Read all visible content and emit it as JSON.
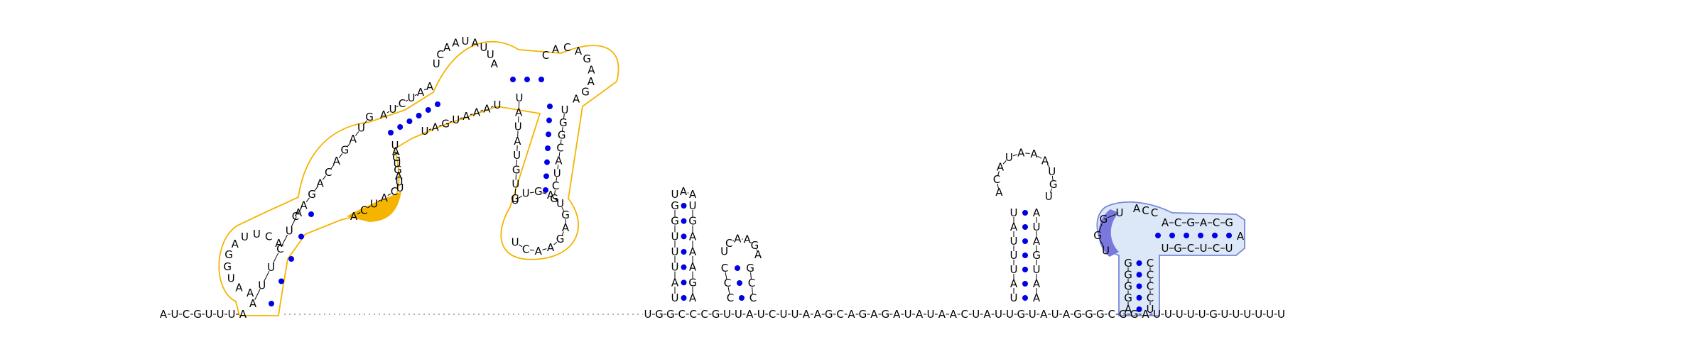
{
  "diagram": {
    "kind": "RNA secondary structure",
    "colors": {
      "bases": "#000000",
      "pair_dot": "#0000e6",
      "outline_orange": "#f5b400",
      "fill_orange": "#f5b400",
      "outline_blue": "#7788d8",
      "fill_blue": "#dce8f8",
      "fill_purple": "#7a78dd",
      "dotted_line": "#606060"
    },
    "backbone": {
      "left_sequence": [
        "A",
        "U",
        "C",
        "G",
        "U",
        "U",
        "U",
        "A"
      ],
      "mid_sequence": [
        "U",
        "G",
        "G",
        "C",
        "C",
        "C",
        "G",
        "U",
        "U",
        "A",
        "U",
        "C",
        "U",
        "U",
        "A",
        "A",
        "G",
        "C",
        "A",
        "G",
        "A",
        "G",
        "A",
        "U",
        "A",
        "U",
        "A",
        "A",
        "C",
        "U",
        "A",
        "U",
        "U",
        "G",
        "U",
        "A",
        "U",
        "A",
        "G",
        "G",
        "G",
        "C",
        "G",
        "G",
        "A",
        "U",
        "U",
        "U",
        "U",
        "U",
        "G",
        "U",
        "U",
        "U",
        "U",
        "U",
        "U"
      ]
    },
    "structure_1": {
      "label": "left multi-loop structure",
      "stem_a_left": [
        "A",
        "U",
        "U",
        "C",
        "U",
        "A"
      ],
      "loop_a": [
        "A",
        "A",
        "U",
        "G",
        "G",
        "A",
        "U",
        "U",
        "C",
        "A"
      ],
      "stem_b_left": [
        "C",
        "A",
        "G",
        "A",
        "C",
        "A",
        "G",
        "A",
        "U",
        "G"
      ],
      "stem_b_right": [
        "U",
        "A",
        "G",
        "U",
        "G",
        "A",
        "U",
        "U"
      ],
      "orange_segment": [
        "A",
        "C",
        "U",
        "A",
        "C"
      ],
      "stem_c_left": [
        "A",
        "U",
        "C",
        "U",
        "A",
        "A"
      ],
      "loop_c": [
        "U",
        "C",
        "A",
        "A",
        "U",
        "A",
        "U",
        "U",
        "A"
      ],
      "stem_c_right": [
        "U",
        "A",
        "A",
        "A",
        "U",
        "G",
        "A",
        "U"
      ],
      "stem_d_left": [
        "U",
        "A",
        "U",
        "A",
        "U",
        "G",
        "U",
        "G"
      ],
      "loop_d": [
        "C",
        "A",
        "C",
        "A",
        "G",
        "A",
        "A",
        "G",
        "A"
      ],
      "stem_d_right": [
        "U",
        "G",
        "G",
        "C",
        "A",
        "U",
        "C",
        "G"
      ],
      "loop_e": [
        "U",
        "U",
        "G",
        "A",
        "U",
        "G",
        "A",
        "G",
        "A",
        "A",
        "C",
        "U"
      ]
    },
    "structure_2": {
      "stem_left": [
        "U",
        "A",
        "U",
        "U",
        "U",
        "G",
        "G"
      ],
      "loop": [
        "U",
        "A",
        "A"
      ],
      "stem_right": [
        "U",
        "G",
        "A",
        "A",
        "A",
        "G",
        "A"
      ]
    },
    "structure_3": {
      "stem_left": [
        "C",
        "C",
        "C"
      ],
      "loop": [
        "U",
        "C",
        "A",
        "A",
        "G",
        "A"
      ],
      "stem_right": [
        "G",
        "C",
        "C"
      ]
    },
    "structure_4": {
      "stem_left": [
        "U",
        "A",
        "U",
        "U",
        "U",
        "A",
        "U"
      ],
      "loop": [
        "A",
        "C",
        "A",
        "U",
        "A",
        "A",
        "A",
        "U",
        "G",
        "U"
      ],
      "stem_right": [
        "A",
        "U",
        "A",
        "G",
        "U",
        "A",
        "A"
      ]
    },
    "structure_5": {
      "stem_left": [
        "G",
        "G",
        "G",
        "G",
        "A"
      ],
      "stem_right": [
        "C",
        "C",
        "C",
        "C",
        "U"
      ],
      "purple_segment": [
        "U",
        "G",
        "G",
        "U"
      ],
      "loop_small": [
        "A",
        "C",
        "C"
      ],
      "stem_top": [
        "A",
        "C",
        "G",
        "A",
        "C",
        "G"
      ],
      "tip": [
        "A"
      ],
      "stem_bottom": [
        "U",
        "G",
        "C",
        "U",
        "C",
        "U"
      ]
    }
  }
}
